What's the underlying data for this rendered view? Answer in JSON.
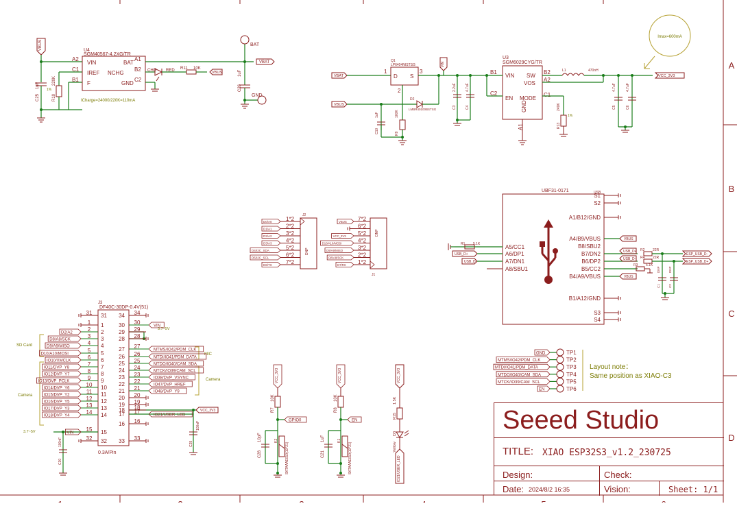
{
  "frame": {
    "cols": [
      "1",
      "2",
      "3",
      "4",
      "5",
      "6"
    ],
    "rows": [
      "A",
      "B",
      "C",
      "D"
    ]
  },
  "charger": {
    "net_vbus": "VBUS",
    "ref": "U4",
    "part": "SGM40567-4.2XG/TR",
    "pins_left": [
      {
        "num": "A2",
        "name": "VIN"
      },
      {
        "num": "C1",
        "name": "IREF"
      },
      {
        "num": "B1",
        "name": "F"
      }
    ],
    "pins_right": [
      {
        "num": "A1",
        "name": "BAT"
      },
      {
        "num": "B2",
        "name": "NCHG"
      },
      {
        "num": "C2",
        "name": "GND"
      }
    ],
    "cap_ref": "C25",
    "cap_val": "1uF",
    "res_ref": "R10",
    "res_val": "220K",
    "res_tol": "1%",
    "note": "ICharge=24000/220K=110mA",
    "led_label": "CHG",
    "led_color": "RED",
    "r11_ref": "R11",
    "r11_val": "10K",
    "net_vbat": "VBAT",
    "net_vbus2": "VBUS",
    "bat_label": "BAT",
    "gnd_label": "GND",
    "c26_ref": "C26",
    "c26_val": "1uF"
  },
  "buck": {
    "net_vbat": "VBAT",
    "net_vbus": "VBUS",
    "net_vin": "VIN",
    "q1_ref": "Q1",
    "q1_part": "LP6404NISTSG",
    "q1_pins": [
      "1",
      "2",
      "3"
    ],
    "q1_d": "D",
    "q1_s": "S",
    "d2_ref": "D2",
    "d2_part": "LMBR40100BSTSG",
    "c10_ref": "C10",
    "c10_val": "1uF",
    "r9_ref": "R9",
    "r9_val": "100K",
    "c3_ref": "C3",
    "c3_val": "2.2uF",
    "c4_ref": "C4",
    "c4_val": "4.7uF",
    "u3_ref": "U3",
    "u3_part": "SGM6029CYG/TR",
    "u3_left": [
      {
        "num": "B1",
        "name": "VIN"
      },
      {
        "num": "C2",
        "name": "EN"
      }
    ],
    "u3_right": [
      {
        "num": "B2",
        "name": "SW"
      },
      {
        "num": "A2",
        "name": "VOS"
      },
      {
        "num": "C1",
        "name": "MODE"
      }
    ],
    "u3_gnd": "GND",
    "u3_gnd_pin": "A1",
    "l1_ref": "L1",
    "l1_val": "470nH",
    "r13_ref": "R13",
    "r13_val": "249K",
    "r13_tol": "1%",
    "c5_ref": "C5",
    "c5_val": "4.7uF",
    "c6_ref": "C6",
    "c6_val": "4.7uF",
    "net_out": "VCC_3V3",
    "imax": "Imax=600mA"
  },
  "j2": {
    "ref": "J2",
    "side": "DNP",
    "pins": [
      "1*2",
      "2*2",
      "3*2",
      "4*2",
      "5*2",
      "6*2",
      "7*2"
    ],
    "nets": [
      "D0/A0",
      "D1/A1",
      "D2/A2",
      "D3/A3",
      "D4/I2C_SDA",
      "D5/I2C_SCL",
      "D6/TX"
    ]
  },
  "j1": {
    "ref": "J1",
    "side": "DNP",
    "pins": [
      "7*2",
      "6*2",
      "5*2",
      "4*2",
      "3*2",
      "2*2",
      "1*2"
    ],
    "nets": [
      "VBUS",
      "",
      "VCC_3V3",
      "D10/A10/MOSI",
      "D9/A9/MISO",
      "D8/A8/SCK",
      "D7/RX"
    ]
  },
  "usb": {
    "title": "UBF31-0171",
    "ref": "USB",
    "pins_top": [
      "S1",
      "S2",
      "A1/B12/GND",
      "A4/B9/VBUS",
      "B8/SBU2",
      "B7/DN2",
      "B6/DP2",
      "B5/CC2",
      "B4/A9/VBUS",
      "B1/A12/GND",
      "S3",
      "S4"
    ],
    "pins_left": [
      "A5/CC1",
      "A6/DP1",
      "A7/DN1",
      "A8/SBU1"
    ],
    "r1_ref": "R1",
    "r1_val": "5.1K",
    "r2_ref": "R2",
    "r2_val": "22R",
    "r4_ref": "R4",
    "r4_val": "22R",
    "r3_ref": "R3",
    "r3_val": "5.1K",
    "net_usb_dp": "USB_D+",
    "net_usb_dn": "USB_D-",
    "net_vbus": "VBUS",
    "net_esp_dn": "ESP_USB_D-",
    "net_esp_dp": "ESP_USB_D+",
    "c1_ref": "C1",
    "c1_val": "DNP",
    "c2_ref": "C2",
    "c2_val": "DNP"
  },
  "j3": {
    "ref": "J3",
    "part": "DF40C-30DP-0.4V(51)",
    "foot": "0.3A/Pin",
    "left": [
      {
        "pin": "31",
        "net": ""
      },
      {
        "pin": "1",
        "net": ""
      },
      {
        "pin": "2",
        "net": "D2/A2"
      },
      {
        "pin": "3",
        "net": "D8/A8/SCK"
      },
      {
        "pin": "4",
        "net": "D9/A9/MISO"
      },
      {
        "pin": "5",
        "net": "D10/A10/MOSI"
      },
      {
        "pin": "6",
        "net": "IO10/XMCLK"
      },
      {
        "pin": "7",
        "net": "IO11/DVP_Y8"
      },
      {
        "pin": "8",
        "net": "IO12/DVP_Y7"
      },
      {
        "pin": "9",
        "net": "IO13/DVP_PCLK"
      },
      {
        "pin": "10",
        "net": "IO14/DVP_Y6"
      },
      {
        "pin": "11",
        "net": "IO15/DVP_Y2"
      },
      {
        "pin": "12",
        "net": "IO16/DVP_Y5"
      },
      {
        "pin": "13",
        "net": "IO17/DVP_Y3"
      },
      {
        "pin": "14",
        "net": "IO18/DVP_Y4"
      },
      {
        "pin": "15",
        "net": "VIN"
      },
      {
        "pin": "32",
        "net": ""
      }
    ],
    "right": [
      {
        "pin": "34",
        "net": ""
      },
      {
        "pin": "30",
        "net": "VIN"
      },
      {
        "pin": "29",
        "net": ""
      },
      {
        "pin": "28",
        "net": ""
      },
      {
        "pin": "27",
        "net": "MTMS/IO42/PDM_CLK"
      },
      {
        "pin": "26",
        "net": "MTDI/IO41/PDM_DATA"
      },
      {
        "pin": "25",
        "net": "MTDO/IO40/CAM_SDA"
      },
      {
        "pin": "24",
        "net": "MTCK/IO39/CAM_SCL"
      },
      {
        "pin": "23",
        "net": "IO38/DVP_VSYNC"
      },
      {
        "pin": "22",
        "net": "IO47/DVP_HREF"
      },
      {
        "pin": "21",
        "net": "IO48/DVP_Y9"
      },
      {
        "pin": "20",
        "net": ""
      },
      {
        "pin": "19",
        "net": ""
      },
      {
        "pin": "18",
        "net": ""
      },
      {
        "pin": "17",
        "net": "IO21/USER_LED"
      },
      {
        "pin": "16",
        "net": ""
      },
      {
        "pin": "33",
        "net": ""
      }
    ],
    "vin_note": "3.7~5V",
    "vin_note2": "3.7~5V",
    "net_vcc": "VCC_3V3",
    "sd_label": "SD Card",
    "cam_label_left": "Camera",
    "mic_label": "MIC",
    "cam_label_right": "Camera",
    "c29_ref": "C29",
    "c29_val": "100nF",
    "c30_ref": "C30",
    "c30_val": "100nF"
  },
  "buttons": [
    {
      "net_top": "VCC_3V3",
      "r_ref": "R7",
      "r_val": "10K",
      "net_out": "GPIO0",
      "c_ref": "C28",
      "c_val": "10pF",
      "k_ref": "K2",
      "k_part": "SKTAAAE010(10*21)"
    },
    {
      "net_top": "VCC_3V3",
      "r_ref": "R8",
      "r_val": "10K",
      "net_out": "EN",
      "c_ref": "C21",
      "c_val": "1uF",
      "k_ref": "K1",
      "k_part": "SKTAAAE010(10*21)"
    }
  ],
  "userled": {
    "net_top": "VCC_3V3",
    "r_ref": "R15",
    "r_val": "1.5K",
    "d_ref": "D3",
    "d_color": "Yellow",
    "net_bottom": "IO21/USER_LED"
  },
  "tp": {
    "nets": [
      "GND",
      "MTMS/IO42/PDM_CLK",
      "MTDI/IO41/PDM_DATA",
      "MTDO/IO40/CAM_SDA",
      "MTCK/IO39/CAM_SCL",
      "EN"
    ],
    "labels": [
      "TP1",
      "TP2",
      "TP3",
      "TP4",
      "TP5",
      "TP6"
    ],
    "note_title": "Layout note：",
    "note_body": "Same position as XIAO-C3"
  },
  "titleblock": {
    "company": "Seeed Studio",
    "title_label": "TITLE:",
    "title_value": "XIAO ESP32S3_v1.2_230725",
    "design_label": "Design:",
    "check_label": "Check:",
    "date_label": "Date:",
    "date_value": "2024/8/2 16:35",
    "vision_label": "Vision:",
    "sheet_label": "Sheet: 1/1"
  }
}
